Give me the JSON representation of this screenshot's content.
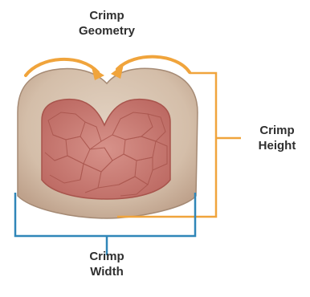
{
  "labels": {
    "geometry": [
      "Crimp",
      "Geometry"
    ],
    "height": [
      "Crimp",
      "Height"
    ],
    "width": [
      "Crimp",
      "Width"
    ]
  },
  "colors": {
    "orange": "#f0a43c",
    "blue": "#2f86b8",
    "text": "#2f2f2f",
    "outer_fill": "#d8c4b2",
    "inner_fill": "#c87a72",
    "strand_line": "#a8544c"
  }
}
